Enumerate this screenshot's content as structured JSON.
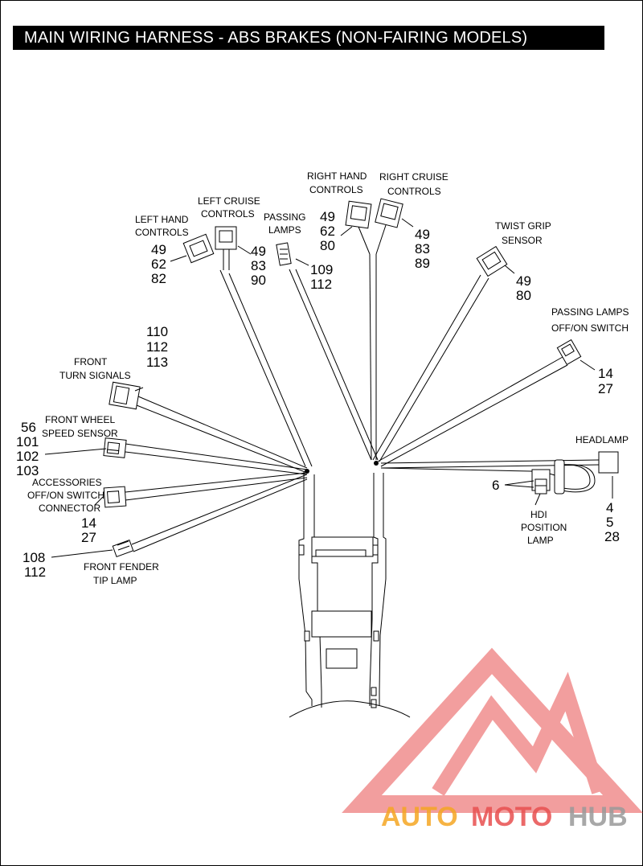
{
  "title": "MAIN WIRING HARNESS - ABS BRAKES (NON-FAIRING MODELS)",
  "components": [
    {
      "id": "left-hand-controls",
      "label": [
        "LEFT HAND",
        "CONTROLS"
      ],
      "numbers": [
        "49",
        "62",
        "82"
      ]
    },
    {
      "id": "left-cruise-controls",
      "label": [
        "LEFT CRUISE",
        "CONTROLS"
      ],
      "numbers": [
        "49",
        "83",
        "90"
      ]
    },
    {
      "id": "passing-lamps",
      "label": [
        "PASSING",
        "LAMPS"
      ],
      "numbers": [
        "109",
        "112"
      ]
    },
    {
      "id": "right-hand-controls",
      "label": [
        "RIGHT HAND",
        "CONTROLS"
      ],
      "numbers": [
        "49",
        "62",
        "80"
      ]
    },
    {
      "id": "right-cruise-controls",
      "label": [
        "RIGHT CRUISE",
        "CONTROLS"
      ],
      "numbers": [
        "49",
        "83",
        "89"
      ]
    },
    {
      "id": "twist-grip-sensor",
      "label": [
        "TWIST GRIP",
        "SENSOR"
      ],
      "numbers": [
        "49",
        "80"
      ]
    },
    {
      "id": "passing-lamps-switch",
      "label": [
        "PASSING LAMPS",
        "OFF/ON SWITCH"
      ],
      "numbers": [
        "14",
        "27"
      ]
    },
    {
      "id": "front-turn-signals",
      "label": [
        "FRONT",
        "TURN SIGNALS"
      ],
      "numbers": [
        "110",
        "112",
        "113"
      ]
    },
    {
      "id": "front-wheel-speed-sensor",
      "label": [
        "FRONT WHEEL",
        "SPEED SENSOR"
      ],
      "numbers": [
        "56",
        "101",
        "102",
        "103"
      ]
    },
    {
      "id": "accessories-switch",
      "label": [
        "ACCESSORIES",
        "OFF/ON SWITCH",
        "CONNECTOR"
      ],
      "numbers": [
        "14",
        "27"
      ]
    },
    {
      "id": "front-fender-tip-lamp",
      "label": [
        "FRONT FENDER",
        "TIP LAMP"
      ],
      "numbers": [
        "108",
        "112"
      ]
    },
    {
      "id": "headlamp",
      "label": [
        "HEADLAMP"
      ],
      "numbers": [
        "4",
        "5",
        "28"
      ]
    },
    {
      "id": "hdi-position-lamp",
      "label": [
        "HDI",
        "POSITION",
        "LAMP"
      ],
      "numbers": [
        "6"
      ]
    }
  ],
  "watermark": {
    "auto": "AUTO",
    "moto": "MOTO",
    "hub": "HUB"
  },
  "colors": {
    "title_bg": "#000000",
    "watermark_red": "#e85050",
    "watermark_orange": "#f5a623",
    "watermark_gray": "#9a9a9a"
  }
}
